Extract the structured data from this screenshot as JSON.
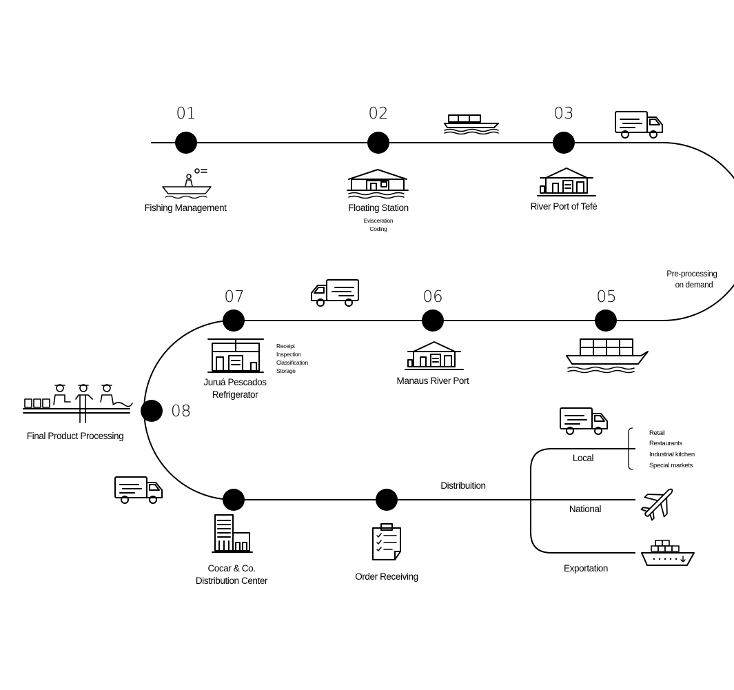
{
  "steps": {
    "s01": {
      "number": "01",
      "label": "Fishing Management"
    },
    "s02": {
      "number": "02",
      "label": "Floating Station",
      "notes": [
        "Evisceration",
        "Coding"
      ]
    },
    "s03": {
      "number": "03",
      "label": "River Port of Tefé"
    },
    "s04": {
      "label_lines": [
        "Pre-processing",
        "on demand"
      ]
    },
    "s05": {
      "number": "05"
    },
    "s06": {
      "number": "06",
      "label": "Manaus River Port"
    },
    "s07": {
      "number": "07",
      "label_lines": [
        "Juruá Pescados",
        "Refrigerator"
      ],
      "notes": [
        "Receipt",
        "Inspection",
        "Classification",
        "Storage"
      ]
    },
    "s08": {
      "number": "08",
      "label": "Final Product Processing"
    },
    "cocar": {
      "label_lines": [
        "Cocar & Co.",
        "Distribution Center"
      ]
    },
    "order": {
      "label": "Order Receiving"
    }
  },
  "distribution": {
    "title": "Distribuition",
    "local": "Local",
    "national": "National",
    "exportation": "Exportation",
    "local_channels": [
      "Retail",
      "Restaurants",
      "Industrial kitchen",
      "Special markets"
    ]
  },
  "icons": [
    "fisherman-boat-icon",
    "floating-station-icon",
    "riverboat-icon",
    "truck-icon",
    "warehouse-icon",
    "cargo-barge-icon",
    "refrigerator-building-icon",
    "processing-workers-icon",
    "distribution-building-icon",
    "clipboard-icon",
    "airplane-icon",
    "cargo-ship-icon"
  ],
  "colors": {
    "line": "#000000",
    "background": "#ffffff"
  }
}
